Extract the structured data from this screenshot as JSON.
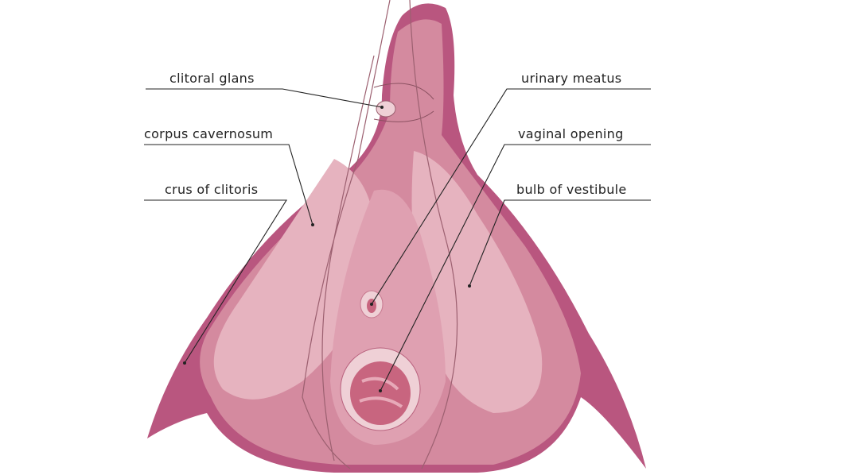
{
  "labels": {
    "clitoral_glans": "clitoral glans",
    "corpus_cavernosum": "corpus cavernosum",
    "crus_of_clitoris": "crus of clitoris",
    "urinary_meatus": "urinary meatus",
    "vaginal_opening": "vaginal opening",
    "bulb_of_vestibule": "bulb of vestibule"
  },
  "colors": {
    "outer": "#b9567f",
    "mid": "#d48a9f",
    "light": "#e6b3bf",
    "pale": "#efd0d6",
    "line": "#222222"
  }
}
